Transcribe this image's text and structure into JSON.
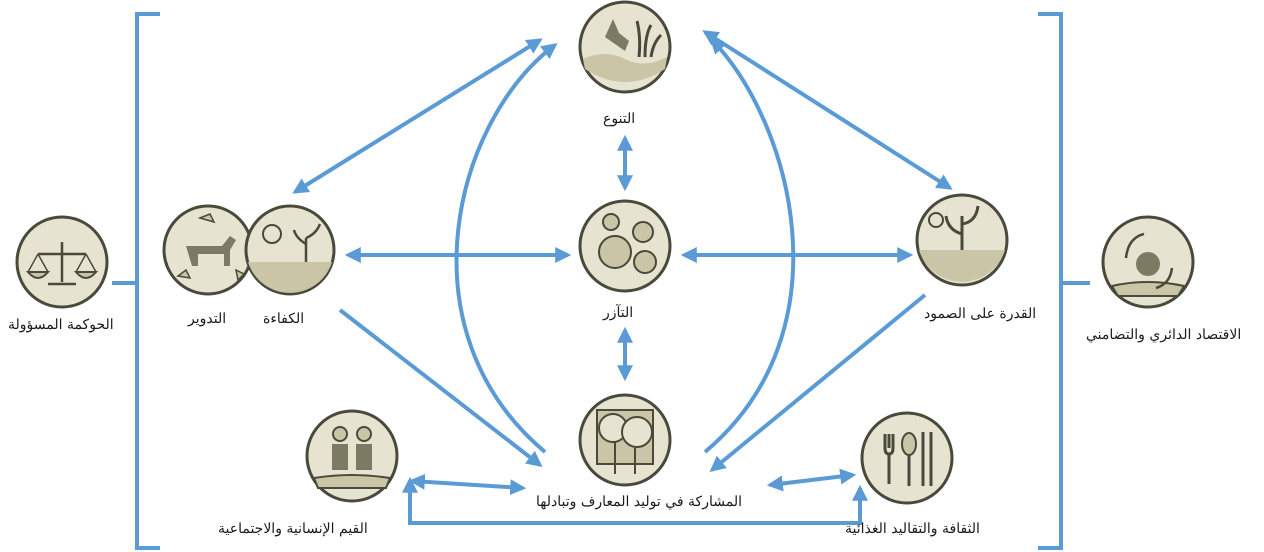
{
  "nodes": {
    "diversity": "التنوع",
    "synergy": "التآزر",
    "co_creation": "المشاركة في توليد المعارف وتبادلها",
    "recycling": "التدوير",
    "efficiency": "الكفاءة",
    "resilience": "القدرة على الصمود",
    "human_values": "القيم الإنسانية والاجتماعية",
    "culture": "الثقافة والتقاليد الغذائية",
    "governance": "الحوكمة المسؤولة",
    "circular_economy": "الاقتصاد الدائري والتضامني"
  },
  "colors": {
    "arrow": "#5b9bd5",
    "icon_fill": "#e6e3d0",
    "icon_ground": "#c9c5a6",
    "icon_stroke": "#4a4a3c",
    "text": "#1a1a1a"
  }
}
